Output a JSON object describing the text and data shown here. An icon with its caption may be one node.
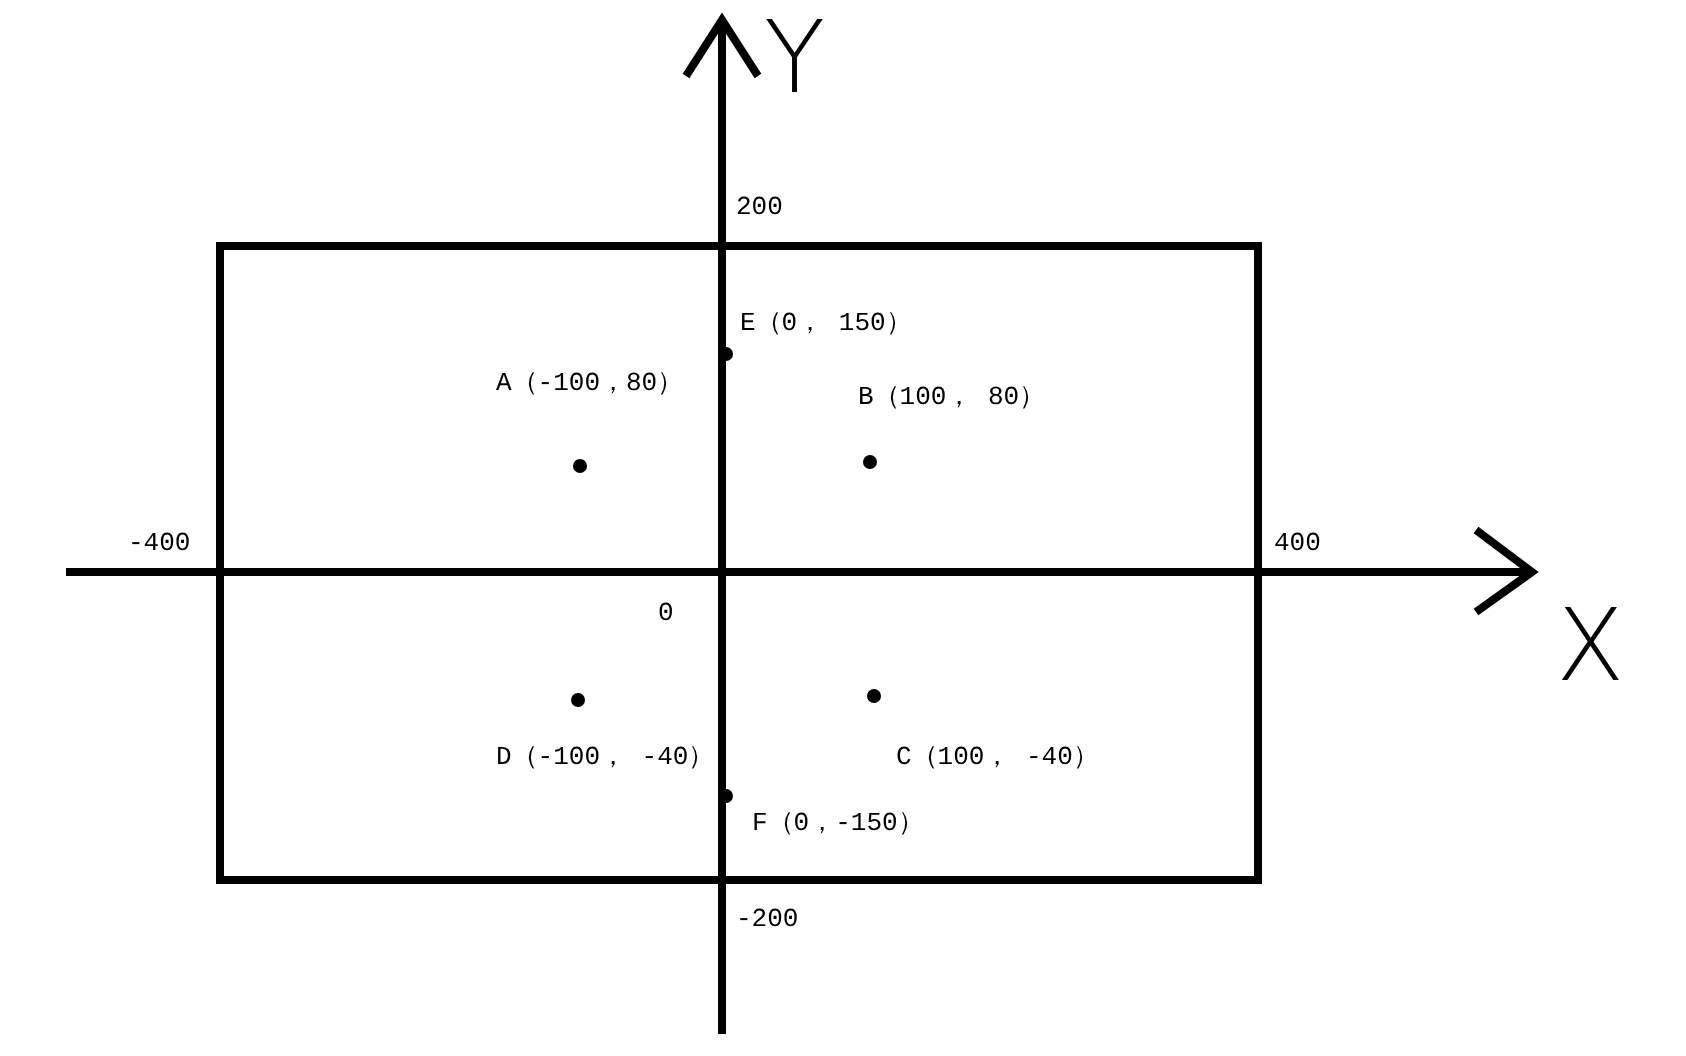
{
  "diagram": {
    "labels": [
      "Y",
      "200",
      "E（0， 150）",
      "A（-100，80）",
      "B（100， 80）",
      "-400",
      "400",
      "0",
      "X",
      "D（-100， -40）",
      "C（100， -40）",
      "F（0，-150）",
      "-200"
    ]
  }
}
